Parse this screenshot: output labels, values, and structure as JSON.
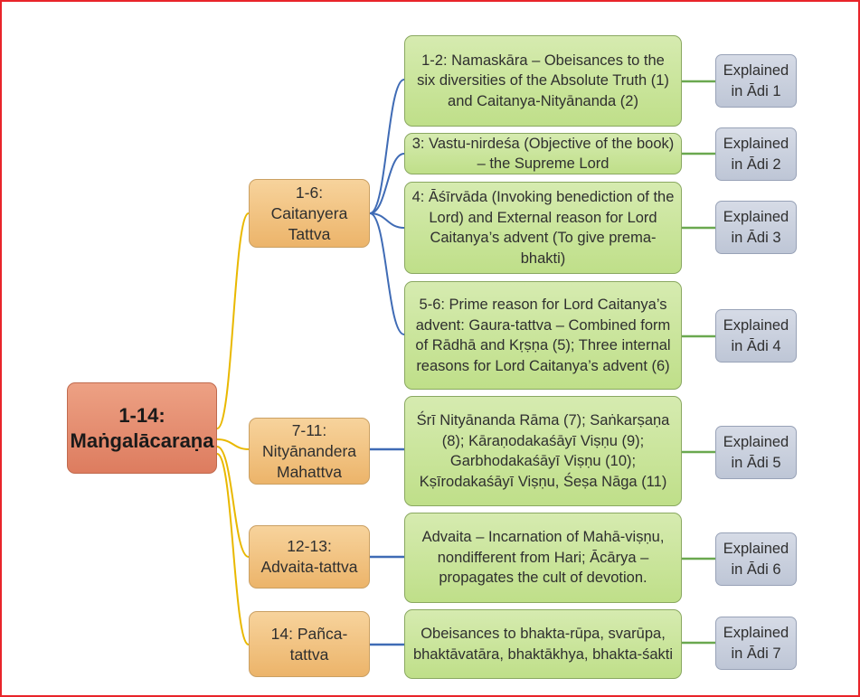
{
  "root": {
    "label": "1-14:\nMaṅgalācaraṇa"
  },
  "groups": [
    {
      "label": "1-6:\nCaitanyera\nTattva",
      "items": [
        {
          "text": "1-2: Namaskāra – Obeisances to the six diversities of the Absolute Truth (1) and Caitanya-Nityānanda (2)",
          "explained": "Explained\nin Ādi 1"
        },
        {
          "text": "3: Vastu-nirdeśa (Objective of the book) – the Supreme Lord",
          "explained": "Explained\nin Ādi 2"
        },
        {
          "text": "4: Āśīrvāda (Invoking benediction of the Lord) and External reason for Lord Caitanya’s advent (To give prema-bhakti)",
          "explained": "Explained\nin Ādi 3"
        },
        {
          "text": "5-6: Prime reason for Lord Caitanya’s advent: Gaura-tattva – Combined form of Rādhā and Kṛṣṇa (5); Three internal reasons for Lord Caitanya’s advent (6)",
          "explained": "Explained\nin Ādi 4"
        }
      ]
    },
    {
      "label": "7-11:\nNityānandera\nMahattva",
      "items": [
        {
          "text": "Śrī Nityānanda Rāma (7); Saṅkarṣaṇa (8); Kāraṇodakaśāyī Viṣṇu (9); Garbhodakaśāyī Viṣṇu (10); Kṣīrodakaśāyī Viṣṇu, Śeṣa Nāga (11)",
          "explained": "Explained\nin Ādi 5"
        }
      ]
    },
    {
      "label": "12-13:\nAdvaita-tattva",
      "items": [
        {
          "text": "Advaita – Incarnation of Mahā-viṣṇu, nondifferent from Hari; Ācārya – propagates the cult of devotion.",
          "explained": "Explained\nin Ādi 6"
        }
      ]
    },
    {
      "label": "14: Pañca-\ntattva",
      "items": [
        {
          "text": "Obeisances to bhakta-rūpa, svarūpa, bhaktāvatāra, bhaktākhya, bhakta-śakti",
          "explained": "Explained\nin Ādi 7"
        }
      ]
    }
  ],
  "colors": {
    "frame": "#e8242a",
    "root": "#e38a6b",
    "group": "#f3c583",
    "item": "#cbe59c",
    "explained": "#c9cfdc",
    "root_connector": "#e9b800",
    "group_connector": "#3f6bb5",
    "explained_connector": "#6aa84f"
  }
}
